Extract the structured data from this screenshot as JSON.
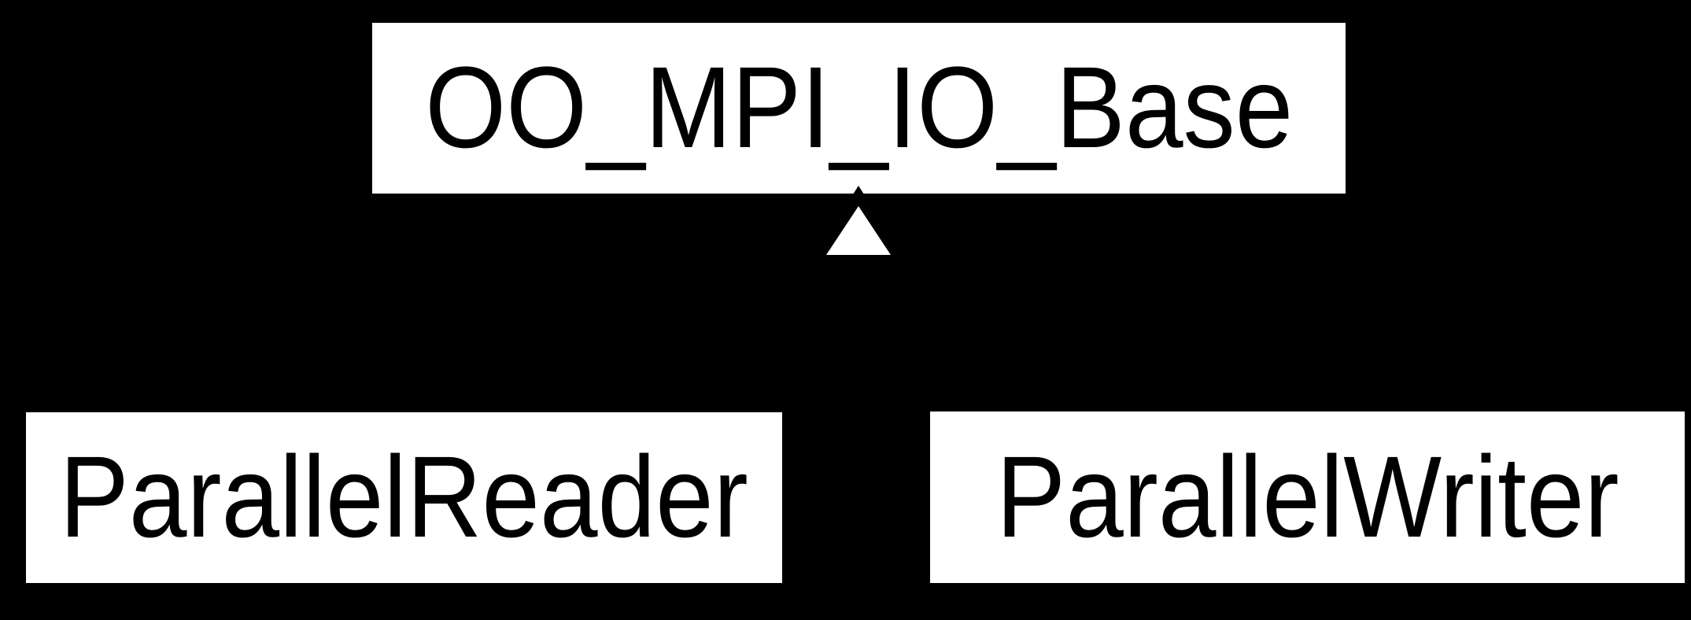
{
  "diagram": {
    "type": "class-inheritance",
    "base_node": {
      "label": "OO_MPI_IO_Base"
    },
    "derived_nodes": [
      {
        "label": "ParallelReader"
      },
      {
        "label": "ParallelWriter"
      }
    ],
    "edges": [
      {
        "from": "ParallelReader",
        "to": "OO_MPI_IO_Base",
        "arrow": "hollow-triangle-up"
      },
      {
        "from": "ParallelWriter",
        "to": "OO_MPI_IO_Base",
        "arrow": "hollow-triangle-up"
      }
    ]
  },
  "colors": {
    "background": "#000000",
    "node_fill": "#ffffff",
    "node_text": "#000000",
    "arrow_fill": "#ffffff"
  }
}
